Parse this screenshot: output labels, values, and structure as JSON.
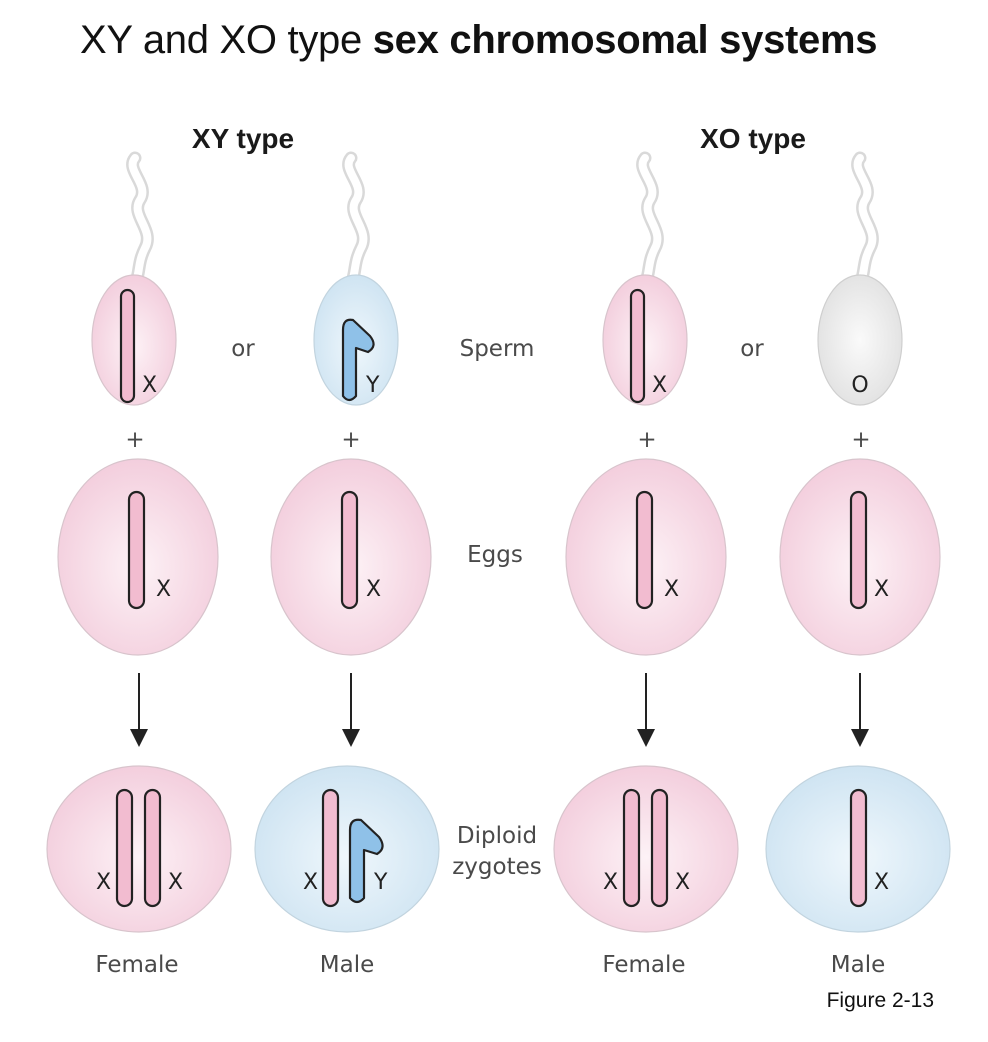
{
  "title": {
    "plain": "XY and XO type ",
    "bold": "sex chromosomal systems"
  },
  "sections": {
    "xy_heading": "XY type",
    "xo_heading": "XO type"
  },
  "row_labels": {
    "sperm": "Sperm",
    "eggs": "Eggs",
    "zygotes_line1": "Diploid",
    "zygotes_line2": "zygotes"
  },
  "connectors": {
    "or": "or",
    "plus": "+"
  },
  "chromosomes": {
    "x": "X",
    "y": "Y",
    "o": "O"
  },
  "outcomes": {
    "female": "Female",
    "male": "Male"
  },
  "figure_caption": "Figure 2-13",
  "colors": {
    "pink_fill": "#f7dde8",
    "blue_fill": "#d9ebf5",
    "gray_fill": "#ececec",
    "x_chromosome": "#f2bcd0",
    "y_chromosome": "#8fc1e8"
  }
}
